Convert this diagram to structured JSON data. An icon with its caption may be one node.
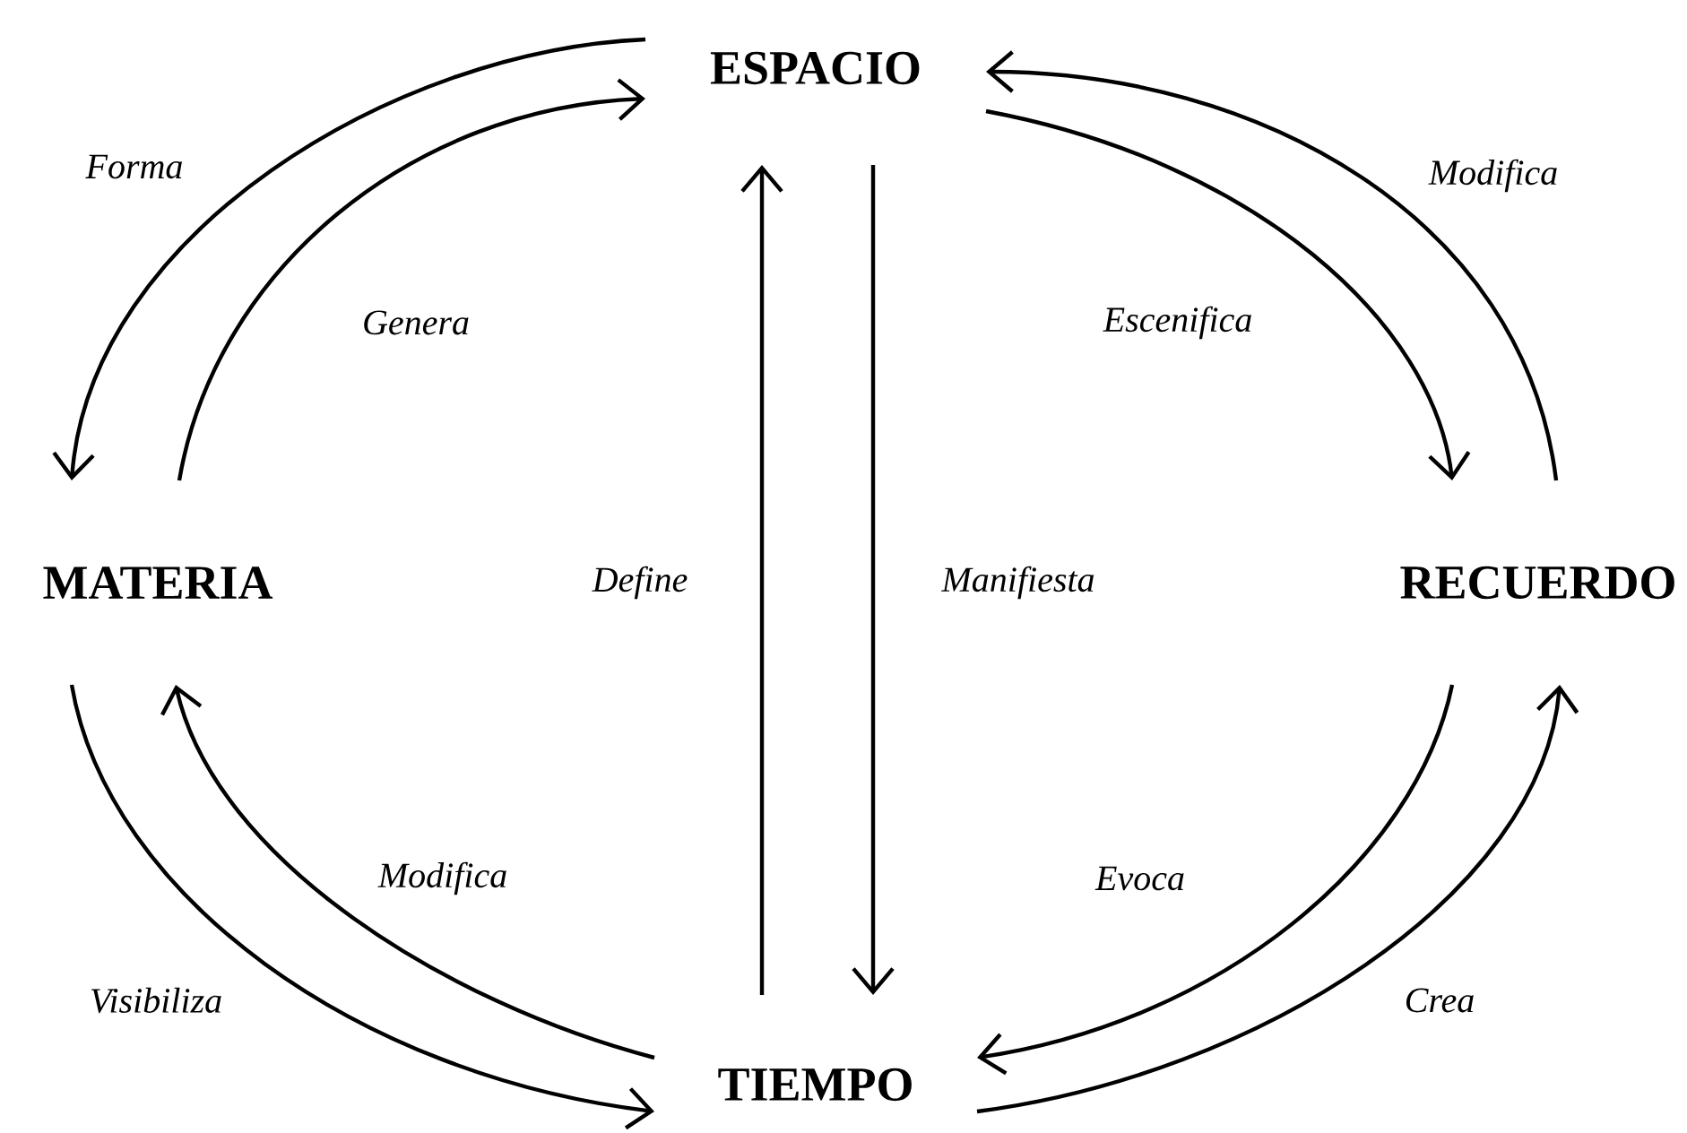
{
  "diagram": {
    "nodes": [
      {
        "text": [
          "ESPACIO"
        ]
      },
      {
        "text": [
          "MATERIA"
        ]
      },
      {
        "text": [
          "RECUERDO"
        ]
      },
      {
        "text": [
          "TIEMPO"
        ]
      }
    ],
    "edges": [
      {
        "from": 0,
        "to": 1,
        "arrow": "to",
        "label": "Forma"
      },
      {
        "from": 1,
        "to": 0,
        "arrow": "to",
        "label": "Genera"
      },
      {
        "from": 2,
        "to": 0,
        "arrow": "to",
        "label": "Modifica"
      },
      {
        "from": 0,
        "to": 2,
        "arrow": "to",
        "label": "Escenifica"
      },
      {
        "from": 3,
        "to": 0,
        "arrow": "to",
        "label": "Define"
      },
      {
        "from": 0,
        "to": 3,
        "arrow": "to",
        "label": "Manifiesta"
      },
      {
        "from": 3,
        "to": 1,
        "arrow": "to",
        "label": "Modifica"
      },
      {
        "from": 2,
        "to": 3,
        "arrow": "to",
        "label": "Evoca"
      },
      {
        "from": 1,
        "to": 3,
        "arrow": "to",
        "label": "Visibiliza"
      },
      {
        "from": 3,
        "to": 2,
        "arrow": "to",
        "label": "Crea"
      }
    ]
  }
}
